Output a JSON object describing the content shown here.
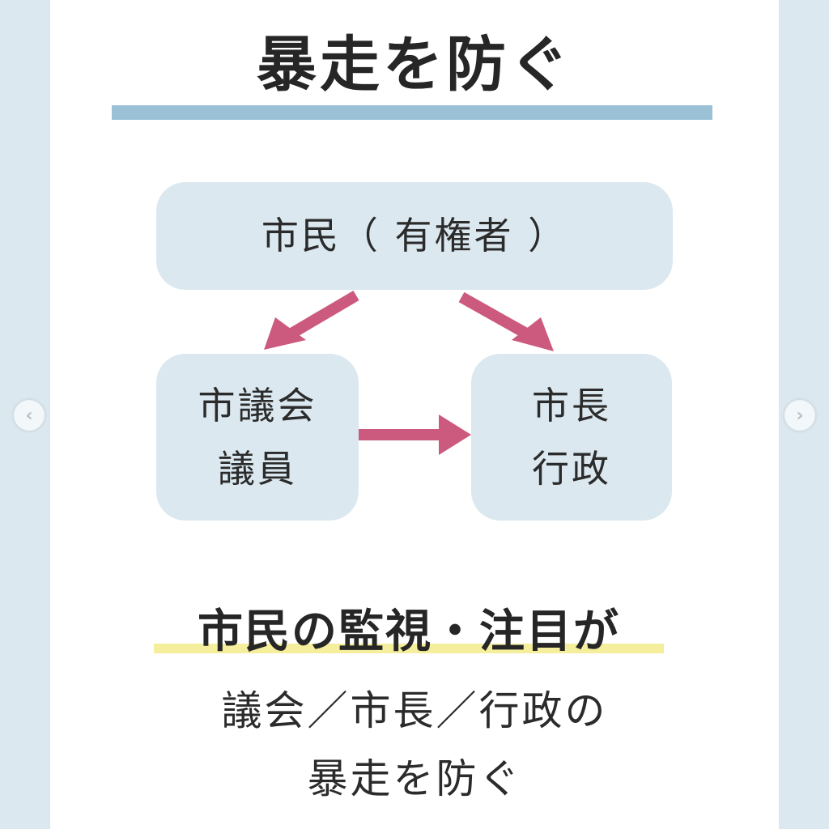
{
  "title": "暴走を防ぐ",
  "diagram": {
    "top_box": "市民（ 有権者 ）",
    "left_box": [
      "市議会",
      "議員"
    ],
    "right_box": [
      "市長",
      "行政"
    ]
  },
  "conclusion": {
    "highlight": "市民の監視・注目が",
    "line1": "議会／市長／行政の",
    "line2": "暴走を防ぐ"
  },
  "colors": {
    "arrow": "#cc5a7e",
    "box": "#dbe8ef",
    "rule": "#9ac1d5",
    "highlight": "#f5ee9c"
  },
  "nav": {
    "prev": "‹",
    "next": "›"
  }
}
